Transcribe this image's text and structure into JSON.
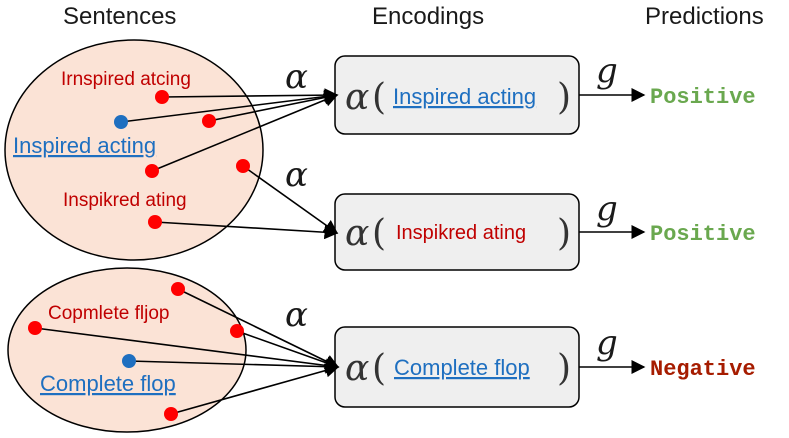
{
  "headers": {
    "sentences": "Sentences",
    "encodings": "Encodings",
    "predictions": "Predictions"
  },
  "symbols": {
    "encoder": "α",
    "classifier": "g"
  },
  "groups": [
    {
      "perturbations": [
        "Irnspired atcing",
        "Inspikred ating"
      ],
      "original": "Inspired acting"
    },
    {
      "perturbations": [
        "Copmlete fljop"
      ],
      "original": "Complete flop"
    }
  ],
  "encodings": [
    {
      "text": "Inspired acting",
      "style": "original"
    },
    {
      "text": "Inspikred ating",
      "style": "perturbed"
    },
    {
      "text": "Complete flop",
      "style": "original"
    }
  ],
  "predictions": [
    {
      "label": "Positive",
      "color": "#6aa84f"
    },
    {
      "label": "Positive",
      "color": "#6aa84f"
    },
    {
      "label": "Negative",
      "color": "#a61c00"
    }
  ],
  "colors": {
    "ellipse_fill": "#fbe3d6",
    "box_fill": "#efefef",
    "red_point": "#ff0000",
    "blue_point": "#1e6fc0"
  }
}
